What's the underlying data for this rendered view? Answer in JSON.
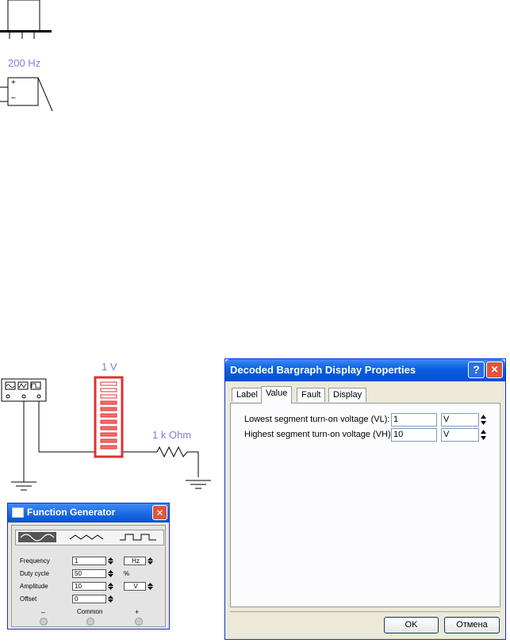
{
  "top_circuit": {
    "freq_label": "200 Hz",
    "opamp_plus": "+",
    "opamp_minus": "–"
  },
  "circuit": {
    "voltage_label": "1 V",
    "resistor_label": "1 k Ohm"
  },
  "dialog": {
    "title": "Decoded Bargraph Display Properties",
    "help_glyph": "?",
    "close_glyph": "✕",
    "tabs": [
      "Label",
      "Value",
      "Fault",
      "Display"
    ],
    "active_tab": "Value",
    "fields": [
      {
        "label": "Lowest segment turn-on voltage (VL):",
        "value": "1",
        "unit": "V"
      },
      {
        "label": "Highest segment turn-on voltage (VH):",
        "value": "10",
        "unit": "V"
      }
    ],
    "ok_label": "OK",
    "cancel_label": "Отмена"
  },
  "function_generator": {
    "title": "Function Generator",
    "close_glyph": "✕",
    "rows": [
      {
        "label": "Frequency",
        "value": "1",
        "unit": "Hz"
      },
      {
        "label": "Duty cycle",
        "value": "50",
        "unit": "%"
      },
      {
        "label": "Amplitude",
        "value": "10",
        "unit": "V"
      },
      {
        "label": "Offset",
        "value": "0",
        "unit": ""
      }
    ],
    "terminals": [
      "–",
      "Common",
      "+"
    ]
  },
  "colors": {
    "accent_red": "#e03030",
    "title_blue": "#0a5fe0",
    "label_blue": "#8080d8"
  }
}
